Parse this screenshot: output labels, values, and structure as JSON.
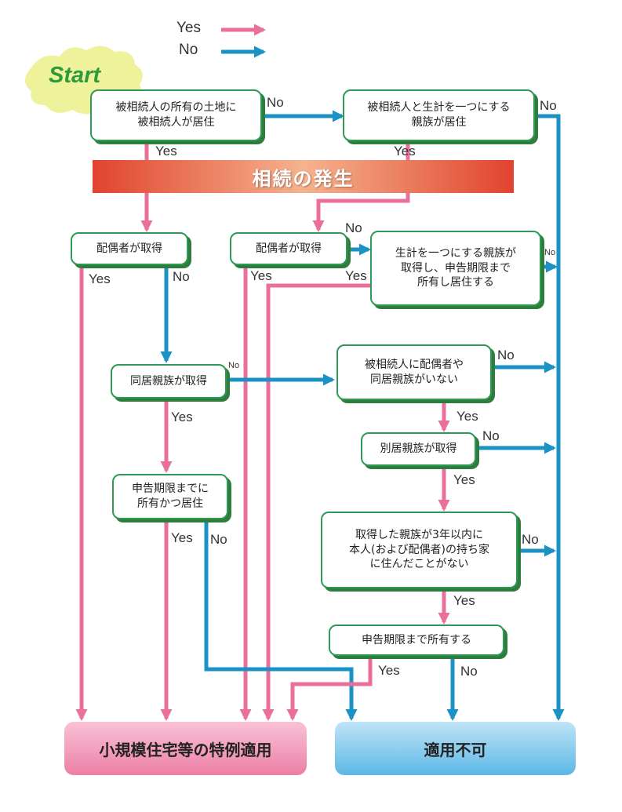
{
  "legend": {
    "yes": "Yes",
    "no": "No",
    "yes_color": "#ea6f9b",
    "no_color": "#1a93c4"
  },
  "start": "Start",
  "banner": "相続の発生",
  "nodes": {
    "q1": "被相続人の所有の土地に\n被相続人が居住",
    "q2": "被相続人と生計を一つにする\n親族が居住",
    "q3": "配偶者が取得",
    "q4": "配偶者が取得",
    "q5": "生計を一つにする親族が\n取得し、申告期限まで\n所有し居住する",
    "q6": "同居親族が取得",
    "q7": "被相続人に配偶者や\n同居親族がいない",
    "q8": "別居親族が取得",
    "q9": "申告期限までに\n所有かつ居住",
    "q10": "取得した親族が3年以内に\n本人(および配偶者)の持ち家\nに住んだことがない",
    "q11": "申告期限まで所有する"
  },
  "results": {
    "ok": "小規模住宅等の特例適用",
    "ng": "適用不可"
  },
  "labels": {
    "yes": "Yes",
    "no": "No"
  }
}
